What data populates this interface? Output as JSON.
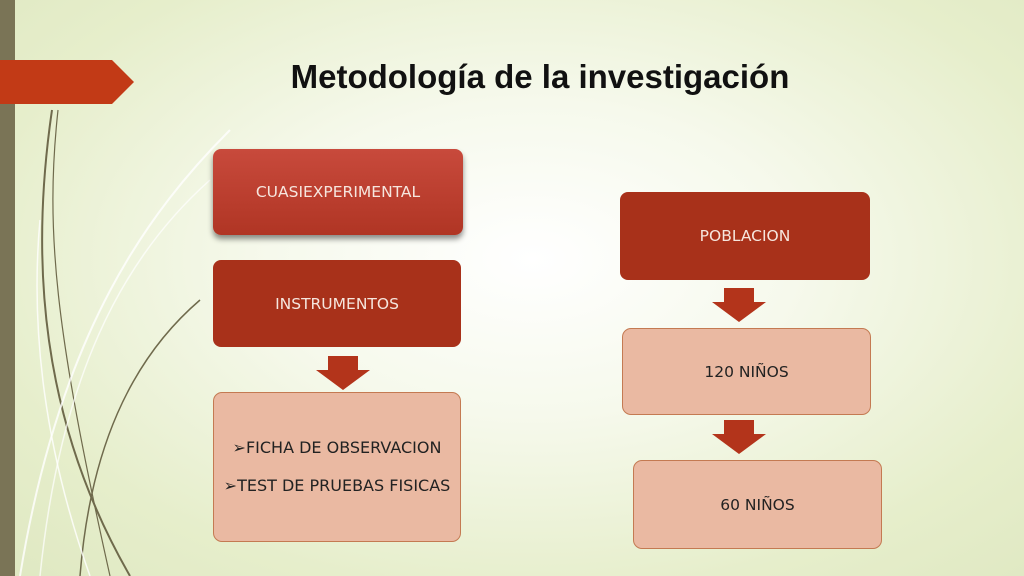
{
  "slide": {
    "title": "Metodología de la investigación"
  },
  "left_column": {
    "design": "CUASIEXPERIMENTAL",
    "instruments_label": "INSTRUMENTOS",
    "instruments_items": [
      "FICHA DE OBSERVACION",
      "TEST DE PRUEBAS FISICAS"
    ]
  },
  "right_column": {
    "population_label": "POBLACION",
    "population_count": "120 NIÑOS",
    "sample_count": "60 NIÑOS"
  },
  "bullet_glyph": "➢",
  "colors": {
    "accent_dark": "#a8311a",
    "accent_light": "#eab9a2",
    "title_flag": "#c23a16",
    "side_bar": "#7a7456"
  }
}
